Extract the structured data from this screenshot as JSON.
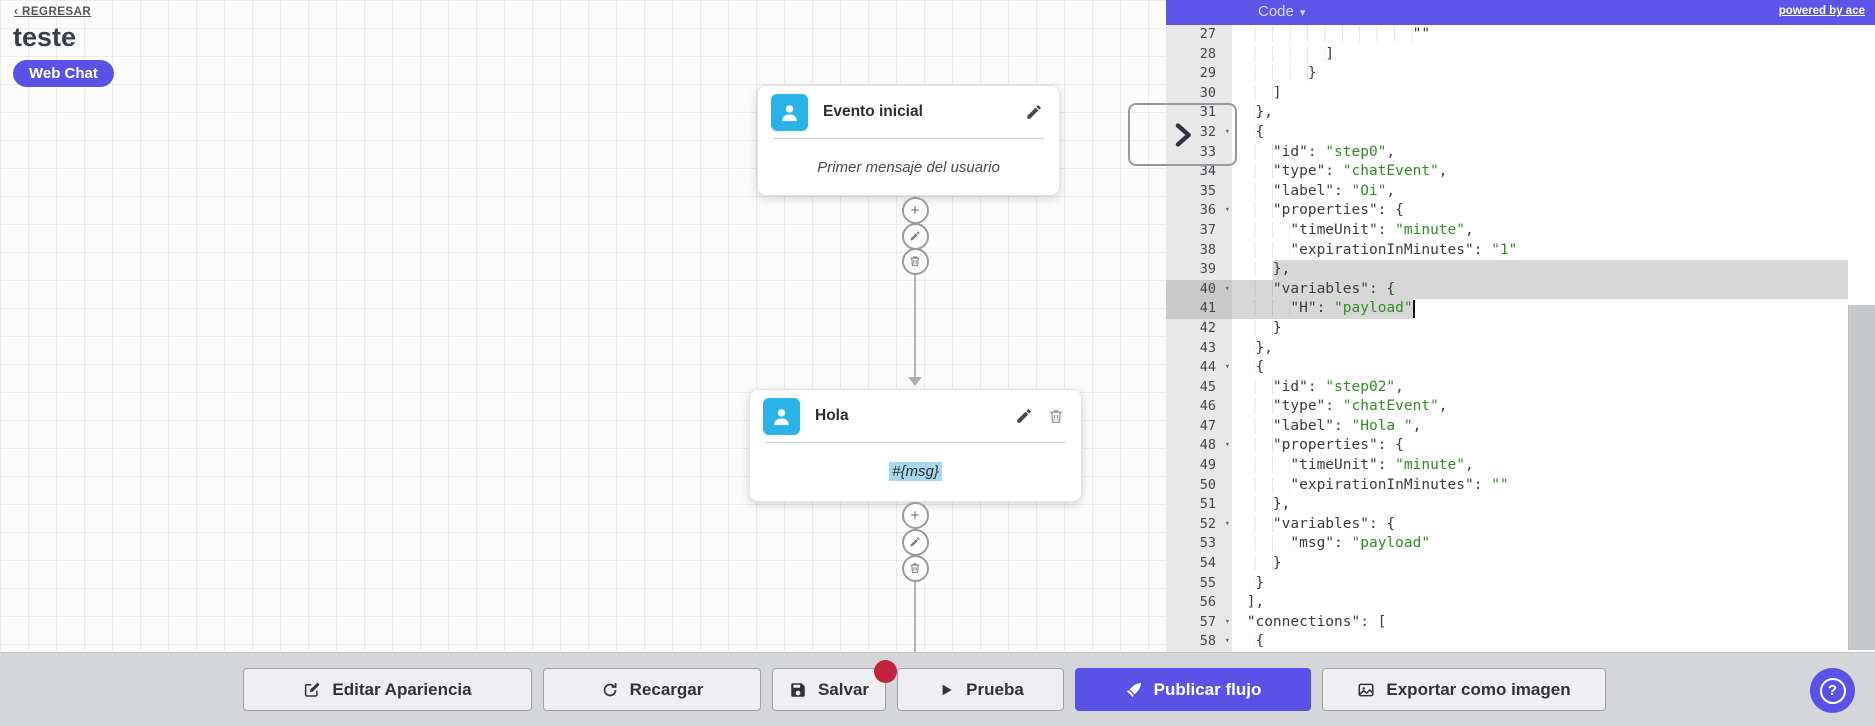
{
  "accent_color": "#5a52e6",
  "header": {
    "back_label": "‹ REGRESAR",
    "title": "teste",
    "channel_badge": "Web Chat"
  },
  "canvas": {
    "nodes": [
      {
        "title": "Evento inicial",
        "body": "Primer mensaje del usuario"
      },
      {
        "title": "Hola",
        "body": "#{msg}"
      }
    ],
    "connector_actions": [
      "add",
      "edit",
      "delete"
    ]
  },
  "code_panel": {
    "mode_label": "Code",
    "powered_by": "powered by ace",
    "syntax_colors": {
      "text": "#3c3c3c",
      "string_value": "#2f8d22",
      "selection": "#d7d7d7"
    },
    "lines": [
      {
        "n": 27,
        "ind": 20,
        "tk": [
          [
            "t",
            "\"\""
          ]
        ]
      },
      {
        "n": 28,
        "ind": 10,
        "tk": [
          [
            "t",
            "]"
          ]
        ]
      },
      {
        "n": 29,
        "ind": 8,
        "tk": [
          [
            "t",
            "}"
          ]
        ]
      },
      {
        "n": 30,
        "ind": 4,
        "tk": [
          [
            "t",
            "]"
          ]
        ]
      },
      {
        "n": 31,
        "ind": 2,
        "tk": [
          [
            "t",
            "},"
          ]
        ]
      },
      {
        "n": 32,
        "ind": 2,
        "fold": true,
        "tk": [
          [
            "t",
            "{"
          ]
        ]
      },
      {
        "n": 33,
        "ind": 4,
        "tk": [
          [
            "t",
            "\"id\": "
          ],
          [
            "g",
            "\"step0\""
          ],
          [
            "t",
            ","
          ]
        ]
      },
      {
        "n": 34,
        "ind": 4,
        "tk": [
          [
            "t",
            "\"type\": "
          ],
          [
            "g",
            "\"chatEvent\""
          ],
          [
            "t",
            ","
          ]
        ]
      },
      {
        "n": 35,
        "ind": 4,
        "tk": [
          [
            "t",
            "\"label\": "
          ],
          [
            "g",
            "\"Oi\""
          ],
          [
            "t",
            ","
          ]
        ]
      },
      {
        "n": 36,
        "ind": 4,
        "fold": true,
        "tk": [
          [
            "t",
            "\"properties\": {"
          ]
        ]
      },
      {
        "n": 37,
        "ind": 6,
        "tk": [
          [
            "t",
            "\"timeUnit\": "
          ],
          [
            "g",
            "\"minute\""
          ],
          [
            "t",
            ","
          ]
        ]
      },
      {
        "n": 38,
        "ind": 6,
        "tk": [
          [
            "t",
            "\"expirationInMinutes\": "
          ],
          [
            "g",
            "\"1\""
          ]
        ]
      },
      {
        "n": 39,
        "ind": 4,
        "tk": [
          [
            "t",
            "},"
          ]
        ],
        "sel": {
          "from": 4,
          "to": "edge"
        }
      },
      {
        "n": 40,
        "ind": 4,
        "fold": true,
        "tk": [
          [
            "t",
            "\"variables\": {"
          ]
        ],
        "sel": {
          "from": 0,
          "to": "edge"
        },
        "gsel": true
      },
      {
        "n": 41,
        "ind": 6,
        "tk": [
          [
            "t",
            "\"H\": "
          ],
          [
            "g",
            "\"payload\""
          ]
        ],
        "sel": {
          "from": 0,
          "to_ch": 20
        },
        "cursor_ch": 20,
        "gsel": true
      },
      {
        "n": 42,
        "ind": 4,
        "tk": [
          [
            "t",
            "}"
          ]
        ]
      },
      {
        "n": 43,
        "ind": 2,
        "tk": [
          [
            "t",
            "},"
          ]
        ]
      },
      {
        "n": 44,
        "ind": 2,
        "fold": true,
        "tk": [
          [
            "t",
            "{"
          ]
        ]
      },
      {
        "n": 45,
        "ind": 4,
        "tk": [
          [
            "t",
            "\"id\": "
          ],
          [
            "g",
            "\"step02\""
          ],
          [
            "t",
            ","
          ]
        ]
      },
      {
        "n": 46,
        "ind": 4,
        "tk": [
          [
            "t",
            "\"type\": "
          ],
          [
            "g",
            "\"chatEvent\""
          ],
          [
            "t",
            ","
          ]
        ]
      },
      {
        "n": 47,
        "ind": 4,
        "tk": [
          [
            "t",
            "\"label\": "
          ],
          [
            "g",
            "\"Hola \""
          ],
          [
            "t",
            ","
          ]
        ]
      },
      {
        "n": 48,
        "ind": 4,
        "fold": true,
        "tk": [
          [
            "t",
            "\"properties\": {"
          ]
        ]
      },
      {
        "n": 49,
        "ind": 6,
        "tk": [
          [
            "t",
            "\"timeUnit\": "
          ],
          [
            "g",
            "\"minute\""
          ],
          [
            "t",
            ","
          ]
        ]
      },
      {
        "n": 50,
        "ind": 6,
        "tk": [
          [
            "t",
            "\"expirationInMinutes\": "
          ],
          [
            "g",
            "\"\""
          ]
        ]
      },
      {
        "n": 51,
        "ind": 4,
        "tk": [
          [
            "t",
            "},"
          ]
        ]
      },
      {
        "n": 52,
        "ind": 4,
        "fold": true,
        "tk": [
          [
            "t",
            "\"variables\": {"
          ]
        ]
      },
      {
        "n": 53,
        "ind": 6,
        "tk": [
          [
            "t",
            "\"msg\": "
          ],
          [
            "g",
            "\"payload\""
          ]
        ]
      },
      {
        "n": 54,
        "ind": 4,
        "tk": [
          [
            "t",
            "}"
          ]
        ]
      },
      {
        "n": 55,
        "ind": 2,
        "tk": [
          [
            "t",
            "}"
          ]
        ]
      },
      {
        "n": 56,
        "ind": 1,
        "tk": [
          [
            "t",
            "],"
          ]
        ]
      },
      {
        "n": 57,
        "ind": 1,
        "fold": true,
        "tk": [
          [
            "t",
            "\"connections\": ["
          ]
        ]
      },
      {
        "n": 58,
        "ind": 2,
        "fold": true,
        "tk": [
          [
            "t",
            "{"
          ]
        ]
      }
    ]
  },
  "toolbar": {
    "buttons": [
      {
        "label": "Editar Apariencia",
        "icon": "edit-square-icon",
        "style": "default",
        "badge": false
      },
      {
        "label": "Recargar",
        "icon": "refresh-icon",
        "style": "default",
        "badge": false
      },
      {
        "label": "Salvar",
        "icon": "save-icon",
        "style": "default",
        "badge": true
      },
      {
        "label": "Prueba",
        "icon": "play-icon",
        "style": "default",
        "badge": false
      },
      {
        "label": "Publicar flujo",
        "icon": "rocket-icon",
        "style": "primary",
        "badge": false
      },
      {
        "label": "Exportar como imagen",
        "icon": "image-icon",
        "style": "default",
        "badge": false
      }
    ]
  },
  "help": {
    "label": "?"
  }
}
